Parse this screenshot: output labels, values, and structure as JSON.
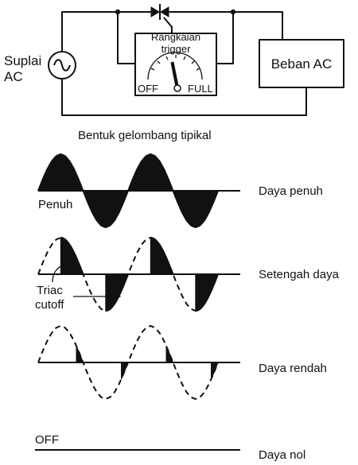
{
  "circuit": {
    "supply_label_line1": "Suplai",
    "supply_label_line2": "AC",
    "trigger_label_line1": "Rangkaian",
    "trigger_label_line2": "trigger",
    "dial_off": "OFF",
    "dial_full": "FULL",
    "load_label": "Beban AC"
  },
  "waveforms": {
    "title": "Bentuk gelombang tipikal",
    "rows": [
      {
        "key": "full",
        "side_label": "Daya penuh",
        "inner_label": "Penuh",
        "conduction": 1.0
      },
      {
        "key": "half",
        "side_label": "Setengah daya",
        "inner_label": "",
        "conduction": 0.5
      },
      {
        "key": "low",
        "side_label": "Daya rendah",
        "inner_label": "",
        "conduction": 0.15
      },
      {
        "key": "zero",
        "side_label": "Daya nol",
        "inner_label": "OFF",
        "conduction": 0.0
      }
    ],
    "annotation_line1": "Triac",
    "annotation_line2": "cutoff"
  },
  "colors": {
    "ink": "#111111",
    "background": "#ffffff"
  }
}
